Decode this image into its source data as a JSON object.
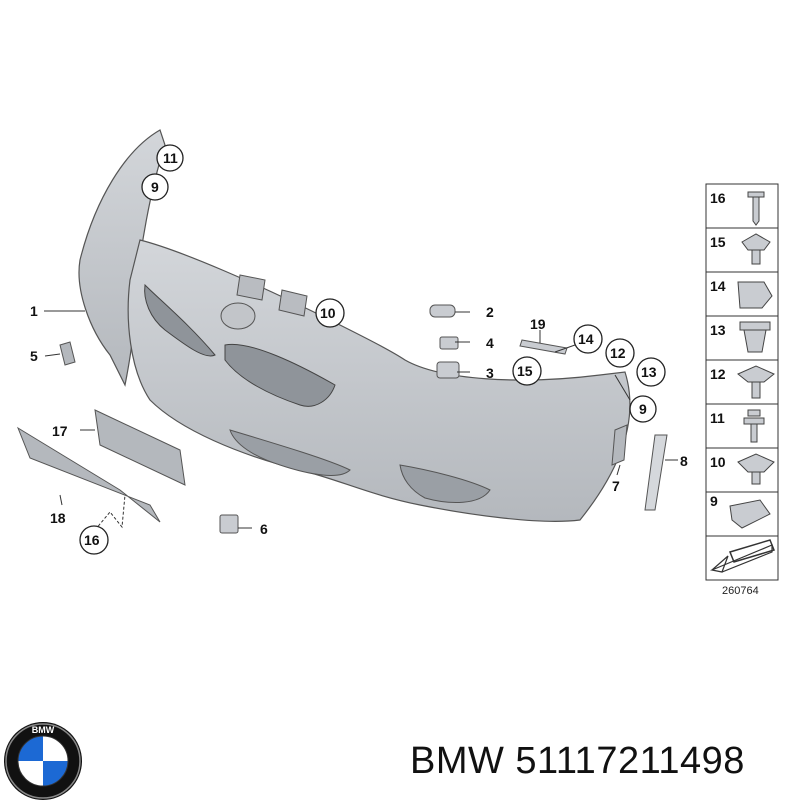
{
  "callouts": {
    "c1": "1",
    "c2": "2",
    "c3": "3",
    "c4": "4",
    "c5": "5",
    "c6": "6",
    "c7": "7",
    "c8": "8",
    "c9a": "9",
    "c9b": "9",
    "c10": "10",
    "c11": "11",
    "c12": "12",
    "c13": "13",
    "c14": "14",
    "c15": "15",
    "c16": "16",
    "c17": "17",
    "c18": "18",
    "c19": "19"
  },
  "legend": [
    "16",
    "15",
    "14",
    "13",
    "12",
    "11",
    "10",
    "9"
  ],
  "reference_number": "260764",
  "footer": {
    "logo_text": "BMW",
    "part_label": "BMW 51117211498"
  },
  "colors": {
    "part_fill": "#c9ccd1",
    "part_shade": "#a9adb3",
    "line": "#333333",
    "logo_blue": "#1c69d4",
    "logo_ring": "#111111"
  }
}
